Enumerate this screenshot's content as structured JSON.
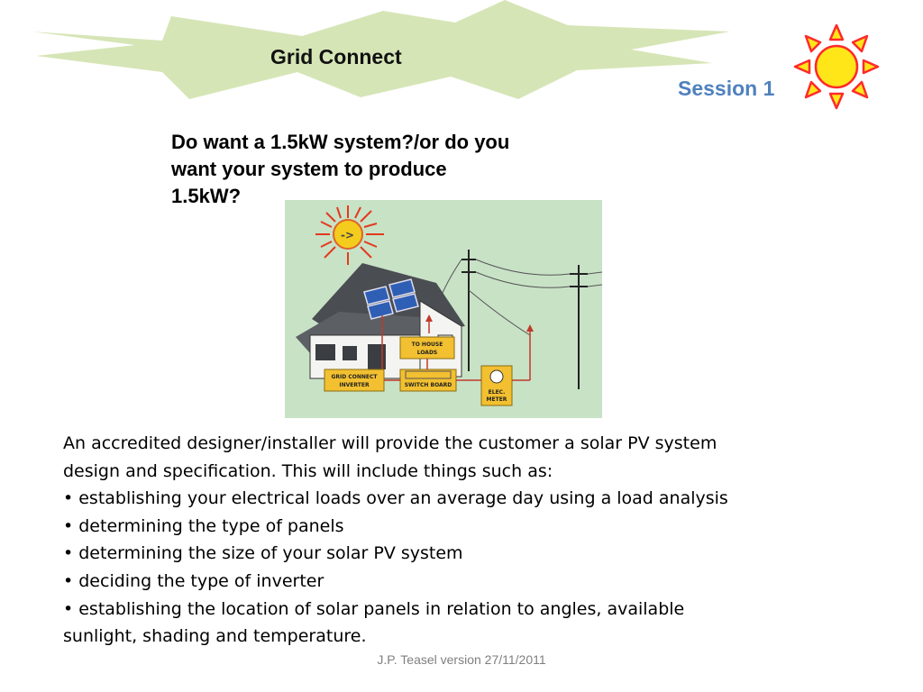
{
  "header": {
    "title": "Grid Connect",
    "session": "Session 1"
  },
  "question": {
    "lines": [
      "Do want a 1.5kW system?/or do you",
      "want your system to produce",
      "1.5kW?"
    ]
  },
  "diagram": {
    "labels": {
      "house_loads_1": "TO HOUSE",
      "house_loads_2": "LOADS",
      "inverter_1": "GRID CONNECT",
      "inverter_2": "INVERTER",
      "switch_board": "SWITCH BOARD",
      "meter_1": "ELEC.",
      "meter_2": "METER"
    }
  },
  "body": {
    "paragraph_lines": [
      "An accredited designer/installer will provide the customer a solar PV system",
      "design and specification. This will include things such as:"
    ],
    "bullets": [
      "• establishing your electrical loads over an average day using a load analysis",
      "• determining the type of panels",
      "• determining the size of your solar PV system",
      "• deciding the type of inverter",
      "• establishing the location of solar panels in relation to angles, available"
    ],
    "continuation": "sunlight, shading and temperature."
  },
  "footer": {
    "text": "J.P. Teasel version 27/11/2011"
  },
  "colors": {
    "banner": "#d6e5b6",
    "session": "#4f81bd",
    "sun_fill": "#ffe619",
    "sun_stroke": "#ff2a2a",
    "diagram_bg": "#c8e2c6",
    "label_box": "#f2c030"
  }
}
